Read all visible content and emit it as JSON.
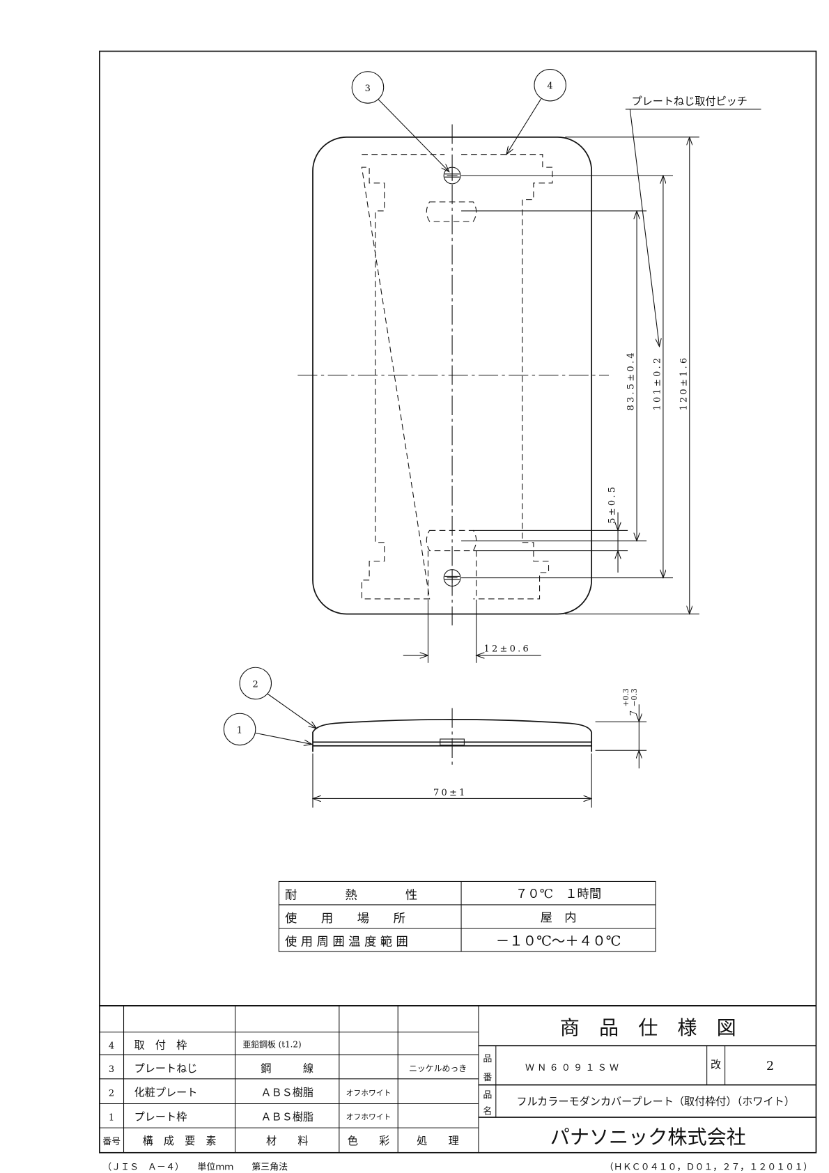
{
  "drawing": {
    "balloons": [
      "1",
      "2",
      "3",
      "4"
    ],
    "pitch_label": "プレートねじ取付ピッチ",
    "dims": {
      "height": "120±1.6",
      "pitch": "101±0.2",
      "slot_pitch": "83.5±0.4",
      "slot": "5±0.5",
      "slot_width": "12±0.6",
      "width": "70±1",
      "thickness_base": "7",
      "thickness_upper": "+0.3",
      "thickness_lower": "−0.3"
    }
  },
  "spec_table": [
    {
      "label": "耐　　　　熱　　　　性",
      "value": "７０℃　１時間"
    },
    {
      "label": "使　　用　　場　　所",
      "value": "屋　内"
    },
    {
      "label": "使 用 周 囲 温 度 範 囲",
      "value": "－１０℃～＋４０℃"
    }
  ],
  "parts": {
    "header": [
      "番号",
      "構　成　要　素",
      "材　　料",
      "色　　彩",
      "処　　理"
    ],
    "rows": [
      {
        "no": "4",
        "name": "取　付　枠",
        "material": "亜鉛鋼板 (t1.2)",
        "color": "",
        "finish": ""
      },
      {
        "no": "3",
        "name": "プレートねじ",
        "material": "鋼　　　線",
        "color": "",
        "finish": "ニッケルめっき"
      },
      {
        "no": "2",
        "name": "化粧プレート",
        "material": "ＡＢＳ樹脂",
        "color": "オフホワイト",
        "finish": ""
      },
      {
        "no": "1",
        "name": "プレート枠",
        "material": "ＡＢＳ樹脂",
        "color": "オフホワイト",
        "finish": ""
      }
    ]
  },
  "title_block": {
    "title": "商　品　仕　様　図",
    "part_no_label": [
      "品",
      "番"
    ],
    "part_no": "ＷＮ６０９１ＳＷ",
    "rev_label": "改",
    "rev": "2",
    "name_label": [
      "品",
      "名"
    ],
    "name": "フルカラーモダンカバープレート（取付枠付）（ホワイト）",
    "company": "パナソニック株式会社"
  },
  "footer": {
    "left": "（ＪＩＳ　Ａ－４）　　単位ｍｍ　　第三角法",
    "right": "（ＨＫＣ０４１０，Ｄ０１，２７，１２０１０１）"
  }
}
